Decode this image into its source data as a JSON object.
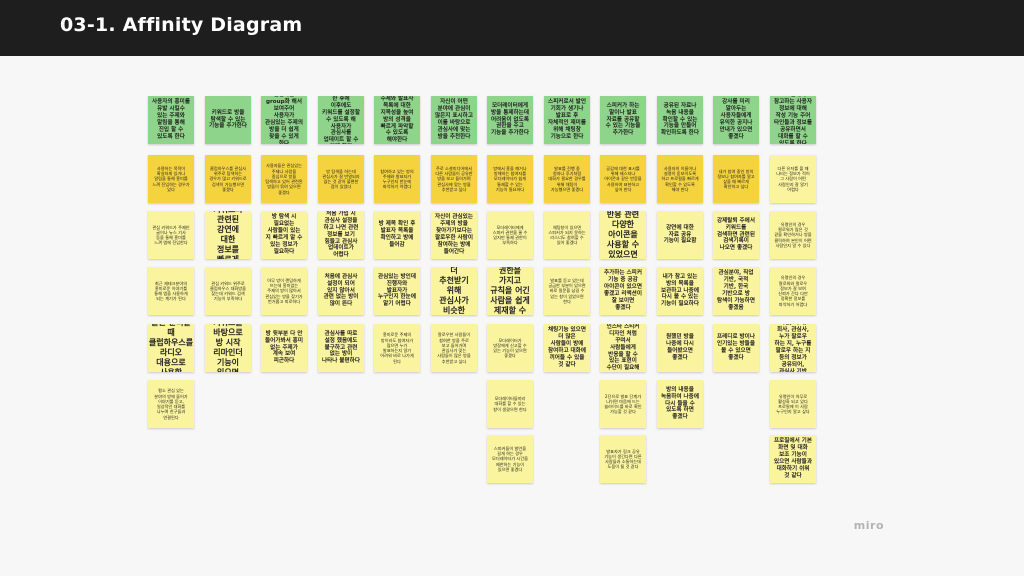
{
  "title": "03-1. Affinity Diagram",
  "brand": "miro",
  "colors": {
    "header_bg": "#1e1e1e",
    "board_bg": "#f7f7f7",
    "header_note": "#8fd48b",
    "insight_note": "#f5d33f",
    "note": "#fbf49f"
  },
  "columns": [
    {
      "header": "사용자의 흥미를 유발 시킬수 있는 주제와 알림을 통해 진입 할 수 있도록 한다",
      "notes": [
        {
          "text": "사용하는 목적이 확실하게 있거나 알림을 통해 흥미를 느껴 진입하는 경우가 있다",
          "style": "insight"
        },
        {
          "text": "관심 키워드가 주제인 글이나 뉴스 기사 등을 통해 흥미를 느껴 앱에 진입한다",
          "style": "small"
        },
        {
          "text": "최근 재테크분야의 흥미로운 이야기를 통해 앱을 사용하게 되는 계기가 된다",
          "style": "small"
        },
        {
          "text": "출근 준비할 때 클럽하우스를 라디오 대용으로 사용함",
          "style": "big"
        },
        {
          "text": "평소 관심 있는 분야의 방에 들어가 이야기를 듣고, 일상적인 대화를 나누며 친구들과 연결된다",
          "style": "small"
        }
      ]
    },
    {
      "header": "키워드로 방을 탐색할 수 있는 기능을 추가한다",
      "notes": [
        {
          "text": "클럽하우스를 관심사 위주로 탐색하는 경우가 많고 키워드로 검색이 가능했으면 좋겠다",
          "style": "insight"
        },
        {
          "text": "관심있는 키워드와 관련된 강연에 대한 정보를 빠르게 알고싶다",
          "style": "big"
        },
        {
          "text": "관심 키워드 위주로 클럽하우스 대화방을 찾는데 키워드 검색 기능이 부족하다",
          "style": "small"
        },
        {
          "text": "관심있는 키워드를 바탕으로 방 시작 리마인더 기능이 있으면 좋겠음",
          "style": "big"
        }
      ]
    },
    {
      "header": "관심사를 group화 해서 보여주어 사용자가 관심있는 주제의 방을 더 쉽게 찾을 수 있게 한다",
      "notes": [
        {
          "text": "사용자들은 관심있는 주제나 사람을 중심으로 방을 탐색하고 있어 관련된 방들이 묶여 있으면 좋겠다",
          "style": "insight"
        },
        {
          "text": "방 탐색 시 필요없는 사람들이 있는 지 빠르게 알 수 있는 정보가 필요하다",
          "style": "medium"
        },
        {
          "text": "아무 방이 랜덤하게 뜨는데 흥미없는 주제의 방이 많아서 관심있는 방을 찾기가 번거롭고 피로하다",
          "style": "small"
        },
        {
          "text": "방 뒷부분 다 안 들어가봐서 흥미 없는 주제가 계속 보여 피곤하다",
          "style": "medium"
        }
      ]
    },
    {
      "header": "관심사 설정을 한 후에 이후에도 키워드를 설정할 수 있도록 해 사용자가 관심사를 업데이트 할 수 있게 한다",
      "notes": [
        {
          "text": "방 탐색을 하는데 관심사가 잘 반영되지 않는 것 같아 불편한 점이 있었다",
          "style": "insight"
        },
        {
          "text": "처음 가입 시 관심사 설정을 하고 나면 관련 정보를 보기 힘들고 관심사 업데이트가 어렵다",
          "style": "medium"
        },
        {
          "text": "처음에 관심사 설정이 되어 있지 않아서 관련 없는 방이 많이 뜬다",
          "style": "medium"
        },
        {
          "text": "관심사를 따로 설정 했음에도 불구하고 관련 없는 방이 나타나 불편하다",
          "style": "medium"
        }
      ]
    },
    {
      "header": "주제와 발표자 목록에 대한 지목성을 높여 방의 성격을 빠르게 파악할 수 있도록 해야한다",
      "notes": [
        {
          "text": "참여하고 있는 방의 주제와 발표자가 누구인지 한눈에 파악하기 어렵다",
          "style": "insight"
        },
        {
          "text": "방 제목 확인 후 발표자 목록을 확인하고 방에 들어감",
          "style": "medium"
        },
        {
          "text": "관심있는 방인데 진행자와 발표자가 누구인지 한눈에 알기 어렵다",
          "style": "medium"
        },
        {
          "text": "흥미로운 주제의 방이라도 참여자가 많으면 누가 발표하는지 알기 어려워 바로 나가게 된다",
          "style": "small"
        }
      ]
    },
    {
      "header": "자신이 어떤 분야에 관심이 많은지 표시하고 이를 바탕으로 관심사에 맞는 방을 추천한다",
      "notes": [
        {
          "text": "주로 소셜미디어에서 다른 사람들이 공유한 방을 보고 들어가며 관심사에 맞는 방을 추천받고 싶다",
          "style": "insight"
        },
        {
          "text": "자신이 관심있는 주제의 방을 찾아가기보다는 팔로우한 사람이 참여하는 방에 들어간다",
          "style": "medium"
        },
        {
          "text": "관심주제에 대한 방을 더 추천받기 위해 관심사가 비슷한 사용자를 팔로우함",
          "style": "big"
        },
        {
          "text": "팔로우한 사람들이 참여한 방을 주로 보고 들어가며 관심사가 맞는 사람들이 많은 방을 추천받고 싶다",
          "style": "small"
        }
      ]
    },
    {
      "header": "모더레이터에게 방을 통제하는데 어려움이 없도록 권한을 주고 기능을 추가한다",
      "notes": [
        {
          "text": "방에서 흥을 깨거나 방해하는 참여자를 모더레이터가 쉽게 통제할 수 있는 기능이 필요하다",
          "style": "insight"
        },
        {
          "text": "모더레이터에게 스피커 권한을 줄 수 있지만 통제 권한이 부족하다",
          "style": "small"
        },
        {
          "text": "모더레이터가 방장의 권한을 가지고 규칙을 어긴 사람을 쉽게 제재할 수 있었으면 좋겠다",
          "style": "big"
        },
        {
          "text": "모더레이터가 방장에게 신고할 수 있는 기능이 있으면 좋겠다",
          "style": "small"
        },
        {
          "text": "모더레이터들끼리 대화를 할 수 있는 창이 생겼으면 한다",
          "style": "small"
        },
        {
          "text": "스피커들이 발언을 길게 하는 경우 모더레이터가 시간을 제한하는 기능이 있으면 좋겠다",
          "style": "small"
        }
      ]
    },
    {
      "header": "스피커로서 발언 기회가 생기나 발표로 후 자체적인 재미를 위해 채팅창 기능으로 한다",
      "notes": [
        {
          "text": "발표를 진행 중 청자나 후기처럼 대화가 필요한 경우를 위해 채팅이 가능했으면 좋겠다",
          "style": "insight"
        },
        {
          "text": "채팅창이 있으면 스피커가 되지 못하는 리스너도 참여할 수 있어 좋겠다",
          "style": "small"
        },
        {
          "text": "발표를 듣고 있는데 궁금한 부분이 있으면 바로 질문을 남길 수 있는 창이 있었으면 한다",
          "style": "small"
        },
        {
          "text": "채팅기능 있으면 더 많은 사람들이 방에 참여하고 대화에 끼어들 수 있을 것 같다",
          "style": "medium"
        }
      ]
    },
    {
      "header": "스피커가 하는 말이나 발표 자료를 공유할 수 있는 기능을 추가한다",
      "notes": [
        {
          "text": "공감에 대한 표시를 위해 제스처나 아이콘과 같은 반응을 사용하여 표현하고 싶어 한다",
          "style": "insight"
        },
        {
          "text": "리스너입장에서 반응 관련 다양한 아이콘을 사용할 수 있었으면 좋겠음",
          "style": "big"
        },
        {
          "text": "추가하는 스피커 기능 중 공감 아이콘이 있으면 좋겠고 리액션이 잘 보이면 좋겠다",
          "style": "medium"
        },
        {
          "text": "인스타 스티커 디자인 처럼 꾸며서 사람들에게 반응을 할 수 있는 표현이 수단이 필요해",
          "style": "medium"
        },
        {
          "text": "2단으로 발표 단계가 나뉘면 마음에 드는 슬라이드를 바로 확인 가능할 것 같다",
          "style": "small"
        },
        {
          "text": "발표자가 링크 공유 기능이 생긴다면 다른 사람들과 소통하는데 도움이 될 것 같다",
          "style": "small"
        }
      ]
    },
    {
      "header": "공유된 자료나 녹음 내용을 확인할 수 있는 기능을 만들어 확인하도록 한다",
      "notes": [
        {
          "text": "사용자의 이름이나 설명이 돋보이도록 하고 프로필을 빠르게 확인할 수 있도록 해야 한다",
          "style": "insight"
        },
        {
          "text": "강연에 대한 자료 공유 기능이 필요함",
          "style": "medium"
        },
        {
          "text": "내가 참고 있는 방의 목록을 보관하고 나중에 다시 볼 수 있는 기능이 필요하다",
          "style": "medium"
        },
        {
          "text": "원했던 방을 나중에 다시 들어봤으면 좋겠다",
          "style": "medium"
        },
        {
          "text": "방의 내용을 녹음하여 나중에 다시 들을 수 있도록 하면 좋겠다",
          "style": "medium"
        }
      ]
    },
    {
      "header": "강사를 미리 알아두는 사용자들에게 유익한 공지나 안내가 있으면 좋겠다",
      "notes": [
        {
          "text": "내가 참여 중인 방의 정보나 참여자를 알고 싶을 때 빠르게 확인하고 싶다",
          "style": "insight"
        },
        {
          "text": "강제탈퇴 주에서 키워드를 검색하면 관련된 검색기록이 나오면 좋겠다",
          "style": "medium"
        },
        {
          "text": "관심분야, 직업 기반, 국적 기반, 한국 기반으로 방 탐색이 가능하면 좋겠음",
          "style": "medium"
        },
        {
          "text": "프레디로 방이나 인기있는 방들을 볼 수 있으면 좋겠다",
          "style": "medium"
        }
      ]
    },
    {
      "header": "프로필에서 참고하는 사용자 정보에 대해 작성 기능 주어 타인들과 정보를 공유하면서 대화를 할 수 있도록 한다",
      "notes": [
        {
          "text": "다른 유저를 볼 때 나타는 정보가 적어 그 사람이 어떤 사람인지 잘 알기 어렵다",
          "style": "small"
        },
        {
          "text": "유명인의 경우 팔로워가 많은 것 같을 확인하거나 방을 클릭하여 본인이 어떤 사람인지 알 수 있다",
          "style": "small"
        },
        {
          "text": "유명인의 경우 팔로워와 팔로우 정보가 잘 보여 신뢰가 간다 다만 정확한 정보를 파악하기 어렵다",
          "style": "small"
        },
        {
          "text": "프로필사진, 직업, 학력, 회사, 관심사, 누가 팔로우 하는 지, 누구를 팔로우 하는 지 등의 정보가 공유되어, 관심사 기반 검색 필요",
          "style": "medium"
        },
        {
          "text": "유명인이 아무로 활성화 되고 있다 프로필에 이 사람 누구인지 알고 싶다",
          "style": "small"
        },
        {
          "text": "프로필에서 기본 화면 및 대화 보조 기능이 있으면 사람들과 대화하기 쉬워 것 같다",
          "style": "medium"
        }
      ]
    }
  ]
}
